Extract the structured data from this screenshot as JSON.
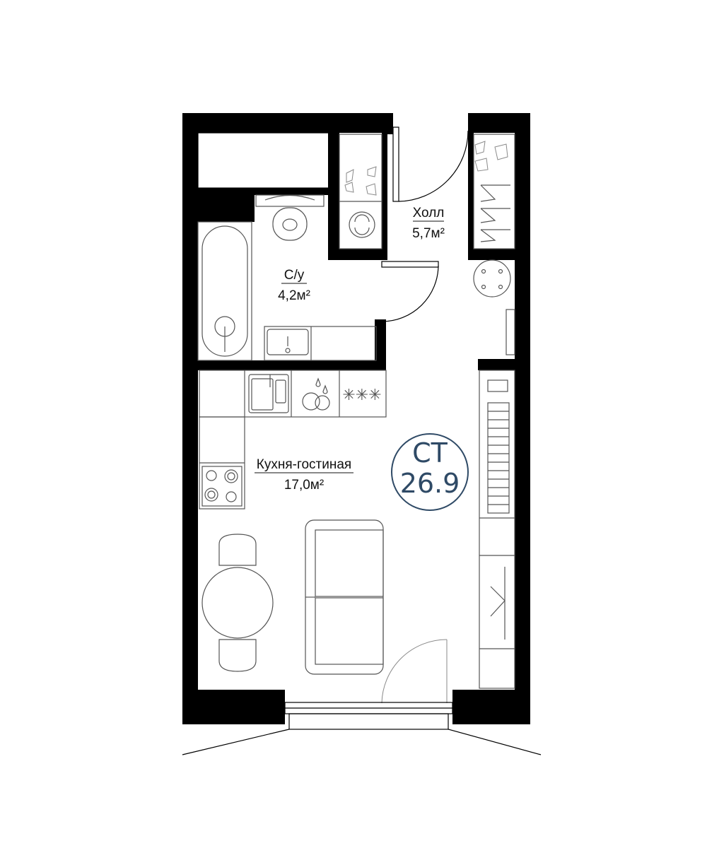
{
  "rooms": [
    {
      "id": "hall",
      "name": "Холл",
      "area": "5,7м²"
    },
    {
      "id": "bathroom",
      "name": "С/у",
      "area": "4,2м²"
    },
    {
      "id": "kitchen_living",
      "name": "Кухня-гостиная",
      "area": "17,0м²"
    }
  ],
  "badge": {
    "line1": "СТ",
    "line2": "26.9",
    "color": "#2f4a66"
  },
  "icons": [
    "door-swing-icon",
    "bathtub-icon",
    "toilet-icon",
    "sink-icon",
    "washing-machine-icon",
    "dishwasher-icon",
    "hob-icon",
    "dining-table-icon",
    "sofa-icon",
    "wardrobe-icon"
  ]
}
